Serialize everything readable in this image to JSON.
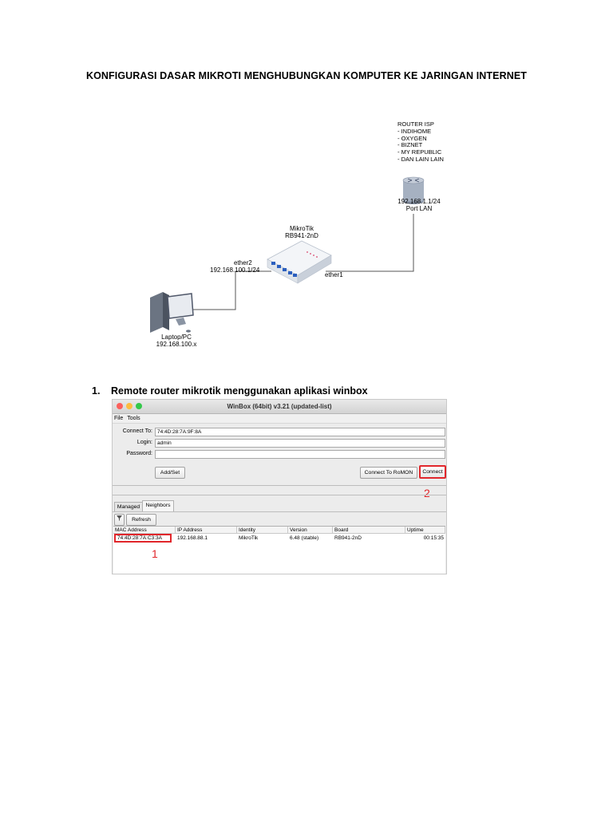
{
  "document": {
    "title": "KONFIGURASI DASAR MIKROTI MENGHUBUNGKAN KOMPUTER KE JARINGAN INTERNET"
  },
  "diagram": {
    "isp": {
      "heading": "ROUTER ISP",
      "items": [
        "- INDIHOME",
        "- OXYGEN",
        "- BIZNET",
        "- MY REPUBLIC",
        "- DAN LAIN LAIN"
      ],
      "ip": "192.168.1.1/24",
      "port": "Port LAN"
    },
    "mikrotik": {
      "name": "MikroTik",
      "model": "RB941-2nD",
      "ether2_label": "ether2",
      "ether2_ip": "192.168.100.1/24",
      "ether1_label": "ether1"
    },
    "pc": {
      "name": "Laptop/PC",
      "ip": "192.168.100.x"
    }
  },
  "step1": {
    "number": "1.",
    "text": "Remote router mikrotik menggunakan aplikasi winbox"
  },
  "winbox": {
    "title": "WinBox (64bit) v3.21 (updated-list)",
    "menu": [
      "File",
      "Tools"
    ],
    "connect_to_label": "Connect To:",
    "connect_to_value": "74:4D:28:7A:9F:8A",
    "login_label": "Login:",
    "login_value": "admin",
    "password_label": "Password:",
    "password_value": "",
    "add_set_label": "Add/Set",
    "romon_label": "Connect To RoMON",
    "connect_label": "Connect",
    "annotation_2": "2",
    "annotation_1": "1",
    "tabs": [
      "Managed",
      "Neighbors"
    ],
    "refresh_label": "Refresh",
    "columns": [
      "MAC Address",
      "IP Address",
      "Identity",
      "Version",
      "Board",
      "Uptime"
    ],
    "rows": [
      [
        "74:4D:28:7A:C3:3A",
        "192.168.88.1",
        "MikroTik",
        "6.48 (stable)",
        "RB941-2nD",
        "00:15:35"
      ]
    ],
    "colors": {
      "close": "#fc605c",
      "minimize": "#fdbc40",
      "zoom": "#34c84a",
      "highlight": "#e1262b"
    }
  }
}
